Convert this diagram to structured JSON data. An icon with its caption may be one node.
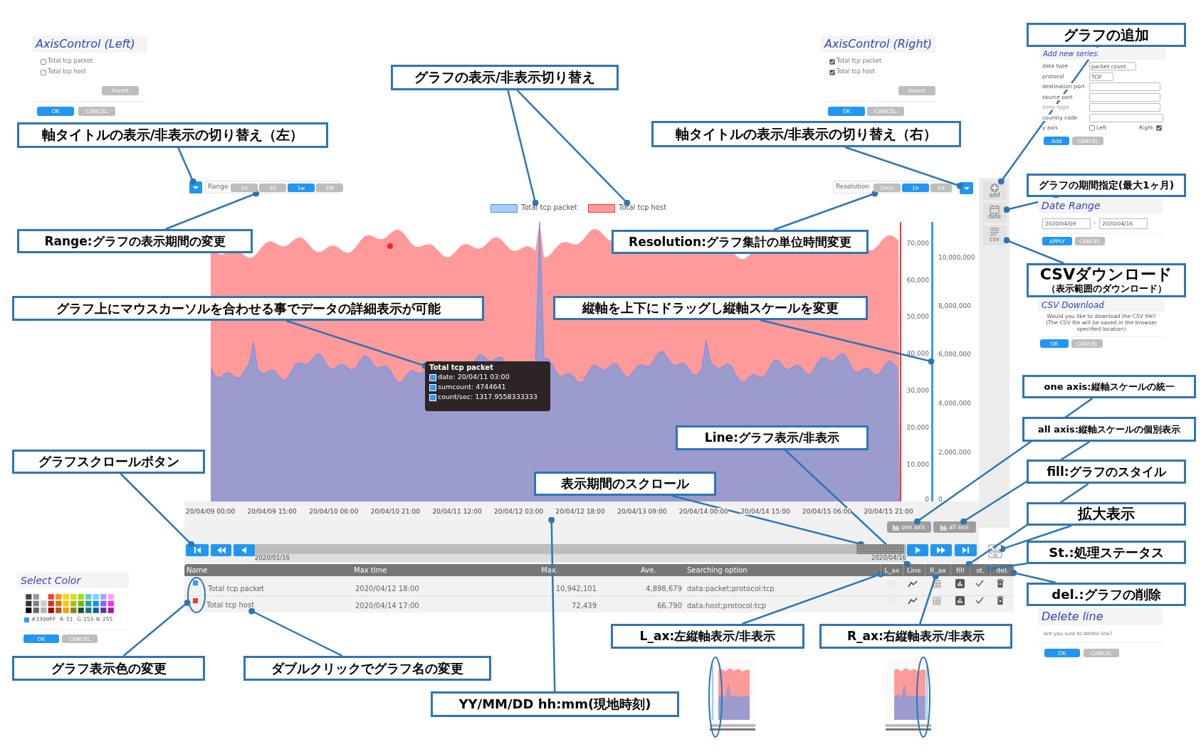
{
  "diagram": {
    "nodes": [
      {
        "text": [
          "AxisControl (Left)",
          "Total tcp packet",
          "Total tcp host"
        ]
      },
      {
        "text": [
          "Invert"
        ],
        "in": 0
      },
      {
        "text": [
          "OK"
        ],
        "in": 0
      },
      {
        "text": [
          "CANCEL"
        ],
        "in": 0
      },
      {
        "text": [
          "AxisControl (Right)",
          "Total tcp packet",
          "Total tcp host"
        ]
      },
      {
        "text": [
          "Invert"
        ],
        "in": 4
      },
      {
        "text": [
          "OK"
        ],
        "in": 4
      },
      {
        "text": [
          "CANCEL"
        ],
        "in": 4
      },
      {
        "text": [
          "Add new series.",
          "data type",
          "packet count",
          "protocol",
          "TCP",
          "destination port",
          "source port",
          "icmp type",
          "country code",
          "y axis",
          "Left",
          "Right"
        ]
      },
      {
        "text": [
          "Add"
        ],
        "in": 8
      },
      {
        "text": [
          "CANCEL"
        ],
        "in": 8
      },
      {
        "text": [
          "Date Range",
          "2020/04/09",
          "-",
          "2020/04/16"
        ]
      },
      {
        "text": [
          "APPLY"
        ],
        "in": 11
      },
      {
        "text": [
          "CANCEL"
        ],
        "in": 11
      },
      {
        "text": [
          "CSV Download",
          "Would you like to download the CSV file? (The CSV file will be saved in the browser specified location)"
        ]
      },
      {
        "text": [
          "OK"
        ],
        "in": 14
      },
      {
        "text": [
          "CANCEL"
        ],
        "in": 14
      },
      {
        "text": [
          "Select Color",
          "#3399FF",
          "R",
          "51",
          "G",
          "153",
          "B",
          "255"
        ]
      },
      {
        "text": [
          "OK"
        ],
        "in": 17
      },
      {
        "text": [
          "CANCEL"
        ],
        "in": 17
      },
      {
        "text": [
          "Delete line",
          "Are you sure to delete line?"
        ]
      },
      {
        "text": [
          "OK"
        ],
        "in": 20
      },
      {
        "text": [
          "CANCEL"
        ],
        "in": 20
      },
      {
        "text": [],
        "shape": "box"
      },
      {
        "text": [
          "Range"
        ]
      },
      {
        "text": [
          "1d"
        ],
        "in": 24
      },
      {
        "text": [
          "3d"
        ],
        "in": 24
      },
      {
        "text": [
          "1w"
        ],
        "in": 24
      },
      {
        "text": [
          "1M"
        ],
        "in": 24
      },
      {
        "text": [
          "Total tcp packet"
        ]
      },
      {
        "text": [
          "Total tcp host"
        ]
      },
      {
        "text": [
          "Resolution"
        ]
      },
      {
        "text": [
          "5min"
        ],
        "in": 31
      },
      {
        "text": [
          "1h"
        ],
        "in": 31
      },
      {
        "text": [
          "1d"
        ],
        "in": 31
      },
      {
        "text": [],
        "shape": "box"
      },
      {
        "text": [
          "add"
        ]
      },
      {
        "text": [
          "date"
        ]
      },
      {
        "text": [
          "csv"
        ]
      },
      {
        "text": [],
        "shape": "picture"
      },
      {
        "text": [
          "Total tcp packet",
          "date: 20/04/11 03:00",
          "sumcount: 4744641",
          "count/sec: 1317.9558333333"
        ],
        "in": 39
      },
      {
        "text": [],
        "shape": "bar"
      },
      {
        "text": [
          "one axis"
        ]
      },
      {
        "text": [
          "all axis"
        ]
      },
      {
        "text": [
          "20/04/09 00:00",
          "20/04/09 15:00",
          "20/04/10 06:00",
          "20/04/10 21:00",
          "20/04/11 12:00",
          "20/04/12 03:00",
          "20/04/12 18:00",
          "20/04/13 09:00",
          "20/04/14 00:00",
          "20/04/14 15:00",
          "20/04/15 06:00",
          "20/04/15 21:00"
        ]
      },
      {
        "text": [],
        "shape": "box"
      },
      {
        "text": [],
        "shape": "box"
      },
      {
        "text": [],
        "shape": "box"
      },
      {
        "text": [
          "2020/01/16",
          "2020/04/16"
        ]
      },
      {
        "text": [],
        "shape": "bar",
        "in": 48
      },
      {
        "text": [],
        "shape": "box"
      },
      {
        "text": [],
        "shape": "box"
      },
      {
        "text": [],
        "shape": "box"
      },
      {
        "text": [],
        "shape": "box"
      },
      {
        "text": [],
        "shape": "box"
      },
      {
        "text": [
          "L_ax"
        ],
        "in": 54
      },
      {
        "text": [
          "Line"
        ],
        "in": 54
      },
      {
        "text": [
          "R_ax"
        ],
        "in": 54
      },
      {
        "text": [
          "fill"
        ],
        "in": 54
      },
      {
        "text": [
          "st."
        ],
        "in": 54
      },
      {
        "text": [
          "del."
        ],
        "in": 54
      },
      {
        "text": [],
        "shape": "ellipse",
        "in": 54
      },
      {
        "text": [
          "Total tcp host"
        ],
        "in": 54
      },
      {
        "text": [
          "軸タイトルの表示/非表示の切り替え（左）"
        ]
      },
      {
        "text": [
          "グラフの表示/非表示切り替え"
        ]
      },
      {
        "text": [
          "軸タイトルの表示/非表示の切り替え（右）"
        ]
      },
      {
        "text": [
          "グラフの追加"
        ]
      },
      {
        "text": [
          "グラフの期間指定(最大1ヶ月)"
        ]
      },
      {
        "text": [
          "Range:グラフの表示期間の変更"
        ]
      },
      {
        "text": [
          "Resolution:グラフ集計の単位時間変更"
        ],
        "in": 39
      },
      {
        "text": [
          "CSVダウンロード",
          "（表示範囲のダウンロード）"
        ]
      },
      {
        "text": [
          "グラフ上にマウスカーソルを合わせる事でデータの詳細表示が可能"
        ]
      },
      {
        "text": [
          "縦軸を上下にドラッグし縦軸スケールを変更"
        ],
        "in": 39
      },
      {
        "text": [
          "one axis:縦軸スケールの統一"
        ]
      },
      {
        "text": [
          "all axis:縦軸スケールの個別表示"
        ]
      },
      {
        "text": [
          "Line:グラフ表示/非表示"
        ],
        "in": 39
      },
      {
        "text": [
          "グラフスクロールボタン"
        ]
      },
      {
        "text": [
          "fill:グラフのスタイル"
        ]
      },
      {
        "text": [
          "表示期間のスクロール"
        ],
        "in": 39
      },
      {
        "text": [
          "拡大表示"
        ]
      },
      {
        "text": [
          "St.:処理ステータス"
        ]
      },
      {
        "text": [
          "del.:グラフの削除"
        ]
      },
      {
        "text": [
          "L_ax:左縦軸表示/非表示"
        ]
      },
      {
        "text": [
          "R_ax:右縦軸表示/非表示"
        ]
      },
      {
        "text": [
          "グラフ表示色の変更"
        ]
      },
      {
        "text": [
          "ダブルクリックでグラフ名の変更"
        ]
      },
      {
        "text": [
          "YY/MM/DD hh:mm(現地時刻)"
        ]
      }
    ],
    "edges": [
      {
        "from": 63,
        "to": 23,
        "arrow": "other"
      },
      {
        "from": 64,
        "to": 29,
        "arrow": "other"
      },
      {
        "from": 64,
        "to": 30,
        "arrow": "other"
      },
      {
        "from": 65,
        "to": 35,
        "arrow": "other"
      },
      {
        "from": 66,
        "to": 36,
        "arrow": "other"
      },
      {
        "from": 67,
        "to": 37,
        "arrow": "other"
      },
      {
        "from": 70,
        "to": 38,
        "arrow": "other"
      },
      {
        "from": 68,
        "to": 24,
        "arrow": "other"
      },
      {
        "from": 69,
        "to": 31,
        "arrow": "other"
      },
      {
        "from": 71,
        "to": 40,
        "arrow": "other"
      },
      {
        "from": 72,
        "to": 41,
        "arrow": "other"
      },
      {
        "from": 73,
        "to": 42,
        "arrow": "other"
      },
      {
        "from": 74,
        "to": 43,
        "arrow": "other"
      },
      {
        "from": 75,
        "to": 56,
        "arrow": "other"
      },
      {
        "from": 76,
        "to": 45,
        "arrow": "other"
      },
      {
        "from": 78,
        "to": 49,
        "arrow": "other"
      },
      {
        "from": 77,
        "to": 58,
        "arrow": "other"
      },
      {
        "from": 79,
        "to": 53,
        "arrow": "other"
      },
      {
        "from": 80,
        "to": 59,
        "arrow": "other"
      },
      {
        "from": 81,
        "to": 60,
        "arrow": "other"
      },
      {
        "from": 82,
        "to": 55,
        "arrow": "other"
      },
      {
        "from": 83,
        "to": 57,
        "arrow": "other"
      },
      {
        "from": 84,
        "to": 61,
        "arrow": "other"
      },
      {
        "from": 85,
        "to": 62,
        "arrow": "other"
      },
      {
        "from": 86,
        "to": 44,
        "arrow": "other"
      }
    ],
    "labels": [
      "70,000",
      "60,000",
      "50,000",
      "40,000",
      "30,000",
      "20,000",
      "10,000",
      "0",
      "10,000,000",
      "8,000,000",
      "6,000,000",
      "4,000,000",
      "2,000,000",
      "0",
      "Name",
      "Max time",
      "Max.",
      "Ave.",
      "Searching option",
      "Total tcp packet",
      "2020/04/12 18:00",
      "10,942,101",
      "4,898,679",
      "data:packet;protocol:tcp",
      "2020/04/14 17:00",
      "72,439",
      "66,790",
      "data:host;protocol:tcp"
    ]
  }
}
